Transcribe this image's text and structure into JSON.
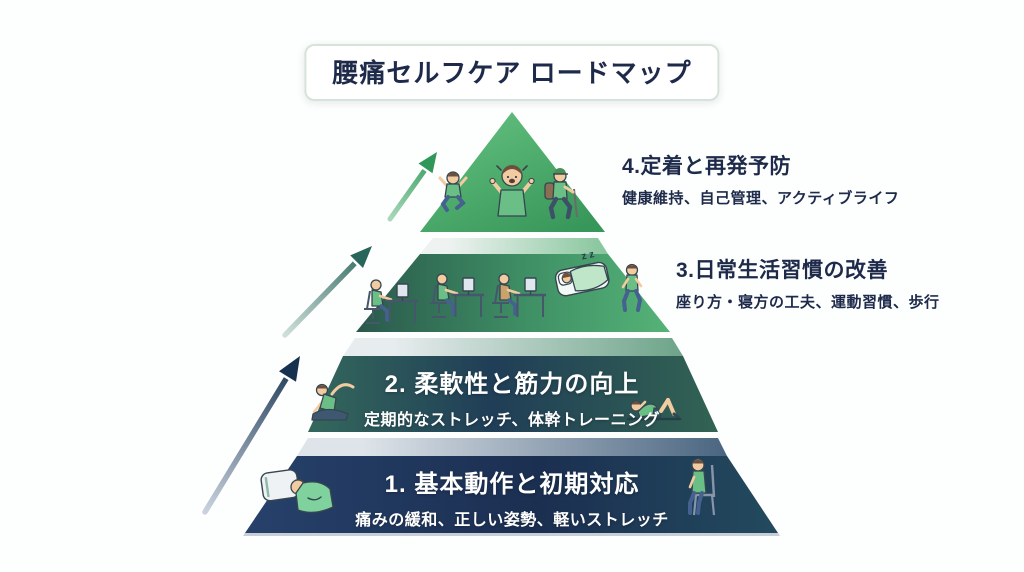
{
  "title": "腰痛セルフケア ロードマップ",
  "sleep_text": "z z",
  "levels": [
    {
      "number": 4,
      "heading": "4.定着と再発予防",
      "subtitle": "健康維持、自己管理、アクティブライフ",
      "icons": [
        "jumping-person-icon",
        "cheering-person-icon",
        "hiker-icon"
      ]
    },
    {
      "number": 3,
      "heading": "3.日常生活習慣の改善",
      "subtitle": "座り方・寝方の工夫、運動習慣、歩行",
      "icons": [
        "desk-worker-icon",
        "desk-worker-icon",
        "desk-worker-icon",
        "sleeping-person-icon",
        "walking-person-icon"
      ]
    },
    {
      "number": 2,
      "heading": "2. 柔軟性と筋力の向上",
      "subtitle": "定期的なストレッチ、体幹トレーニング",
      "icons": [
        "side-stretch-icon",
        "situp-icon"
      ]
    },
    {
      "number": 1,
      "heading": "1. 基本動作と初期対応",
      "subtitle": "痛みの緩和、正しい姿勢、軽いストレッチ",
      "icons": [
        "resting-in-bed-icon",
        "upright-sitting-icon"
      ]
    }
  ],
  "colors": {
    "background": "#fdfefe",
    "heading_text": "#1e2a4a",
    "tier_text": "#ffffff",
    "tier4": [
      "#63c07f",
      "#379659"
    ],
    "tier3": [
      "#2a584c",
      "#3f9065",
      "#55b377"
    ],
    "tier2": [
      "#34685c",
      "#203e57",
      "#326353"
    ],
    "tier1": [
      "#27416b",
      "#1b2f51",
      "#234a5e"
    ],
    "tier3_top": [
      "#eef3f1",
      "#86c59c"
    ],
    "tier2_top": [
      "#e7ecee",
      "#6da489"
    ],
    "tier1_top": [
      "#dfe4ea",
      "#4a6580"
    ],
    "arrow_navy": "#16324f",
    "arrow_navy_tail": "#c9d3de",
    "arrow_teal": "#28655a",
    "arrow_teal_tail": "#cfe0da",
    "arrow_green": "#2f9858",
    "arrow_green_tail": "#a8d8ba"
  }
}
